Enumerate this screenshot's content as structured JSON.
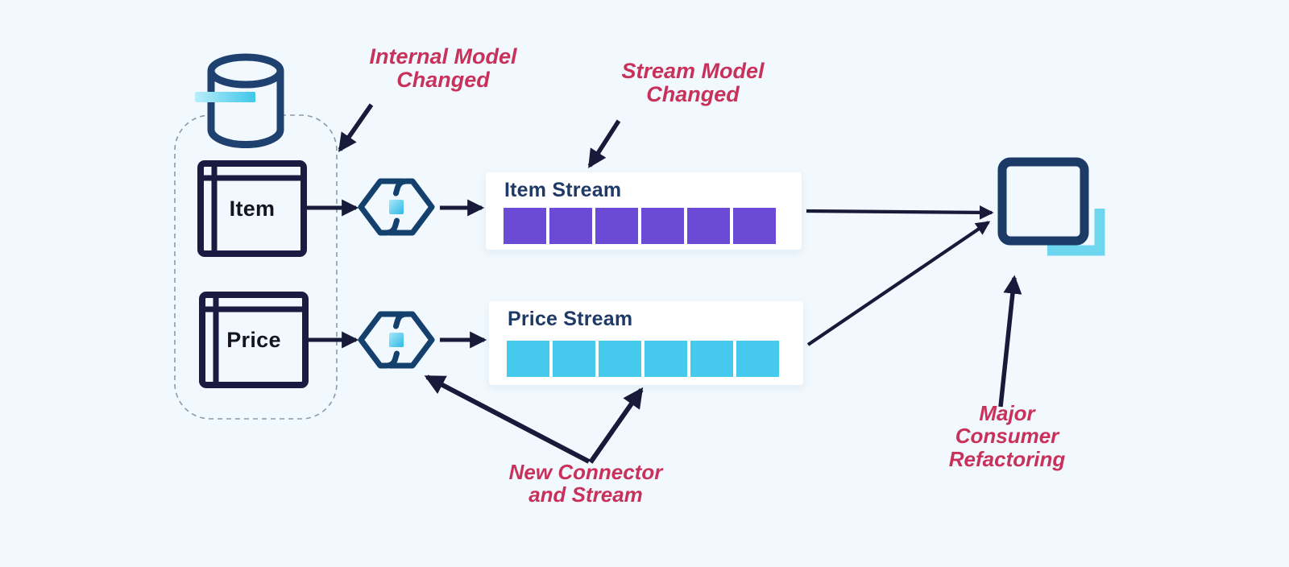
{
  "canvas": {
    "background": "#F2F9FE"
  },
  "colors": {
    "icon_navy": "#1E4170",
    "table_navy": "#1A1B41",
    "arrow_navy": "#171A38",
    "stream_title_navy": "#1F3A66",
    "purple": "#6B4BD6",
    "cyan": "#45C9EC",
    "cyan_light": "#7FDCF4",
    "annotation_red": "#C8325A",
    "box_white": "#FFFFFF"
  },
  "source_group": {
    "database_icon": "database-cylinder-icon",
    "tables": [
      {
        "label": "Item"
      },
      {
        "label": "Price"
      }
    ]
  },
  "connectors": [
    {
      "icon": "connector-hexagon-icon"
    },
    {
      "icon": "connector-hexagon-icon"
    }
  ],
  "streams": [
    {
      "title": "Item Stream",
      "segments": {
        "count": 6,
        "color": "#6B4BD6"
      }
    },
    {
      "title": "Price Stream",
      "segments": {
        "count": 6,
        "color": "#45C9EC"
      }
    }
  ],
  "consumer": {
    "icon": "consumer-app-icon"
  },
  "annotations": {
    "internal_model": "Internal Model\nChanged",
    "stream_model": "Stream Model\nChanged",
    "new_connector": "New Connector\nand Stream",
    "major_consumer": "Major\nConsumer\nRefactoring"
  }
}
